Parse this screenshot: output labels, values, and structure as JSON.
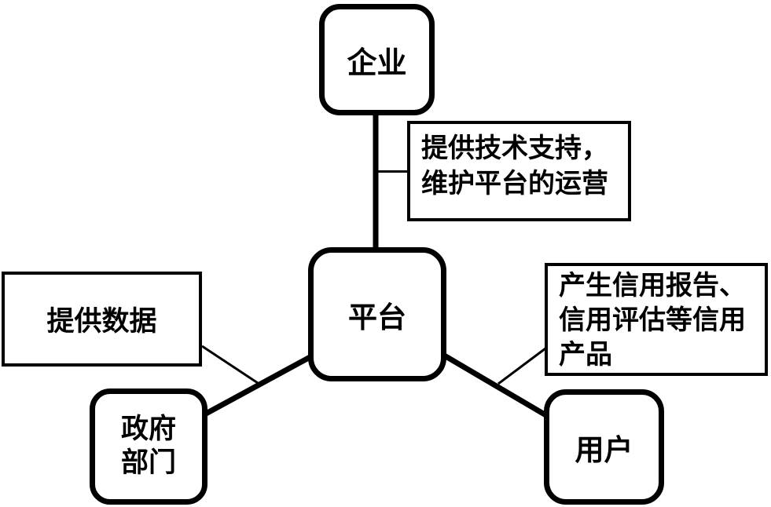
{
  "colors": {
    "stroke": "#000000",
    "background": "#ffffff"
  },
  "nodes": {
    "enterprise": {
      "label": "企业"
    },
    "platform": {
      "label": "平台"
    },
    "government": {
      "line1": "政府",
      "line2": "部门"
    },
    "user": {
      "label": "用户"
    }
  },
  "annotations": {
    "tech_support": {
      "line1": "提供技术支持，",
      "line2": "维护平台的运营"
    },
    "provide_data": {
      "label": "提供数据"
    },
    "credit_products": {
      "line1": "产生信用报告、",
      "line2": "信用评估等信用",
      "line3": "产品"
    }
  },
  "edges": [
    {
      "from": "企业",
      "to": "平台",
      "note": "提供技术支持，维护平台的运营"
    },
    {
      "from": "政府部门",
      "to": "平台",
      "note": "提供数据"
    },
    {
      "from": "平台",
      "to": "用户",
      "note": "产生信用报告、信用评估等信用产品"
    }
  ]
}
